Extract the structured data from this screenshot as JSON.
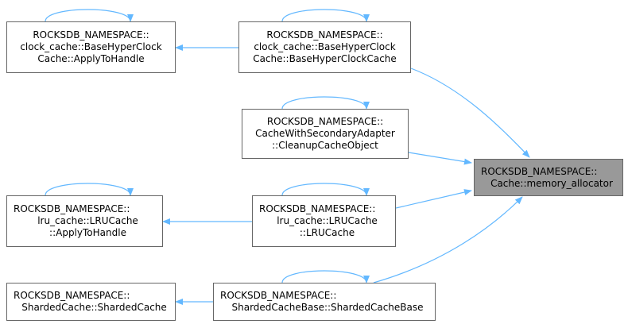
{
  "diagram": {
    "colors": {
      "edge": "#63b8ff",
      "node_border": "#666666",
      "focus_fill": "#999999"
    },
    "nodes": [
      {
        "id": "n1",
        "lines": [
          "ROCKSDB_NAMESPACE::",
          "clock_cache::BaseHyperClock",
          "Cache::ApplyToHandle"
        ]
      },
      {
        "id": "n2",
        "lines": [
          "ROCKSDB_NAMESPACE::",
          "clock_cache::BaseHyperClock",
          "Cache::BaseHyperClockCache"
        ]
      },
      {
        "id": "n3",
        "lines": [
          "ROCKSDB_NAMESPACE::",
          "CacheWithSecondaryAdapter",
          "::CleanupCacheObject"
        ]
      },
      {
        "id": "n4",
        "lines": [
          "ROCKSDB_NAMESPACE::",
          "Cache::memory_allocator"
        ]
      },
      {
        "id": "n5",
        "lines": [
          "ROCKSDB_NAMESPACE::",
          "lru_cache::LRUCache",
          "::ApplyToHandle"
        ]
      },
      {
        "id": "n6",
        "lines": [
          "ROCKSDB_NAMESPACE::",
          "lru_cache::LRUCache",
          "::LRUCache"
        ]
      },
      {
        "id": "n7",
        "lines": [
          "ROCKSDB_NAMESPACE::",
          "ShardedCache::ShardedCache"
        ]
      },
      {
        "id": "n8",
        "lines": [
          "ROCKSDB_NAMESPACE::",
          "ShardedCacheBase::ShardedCacheBase"
        ]
      }
    ]
  }
}
